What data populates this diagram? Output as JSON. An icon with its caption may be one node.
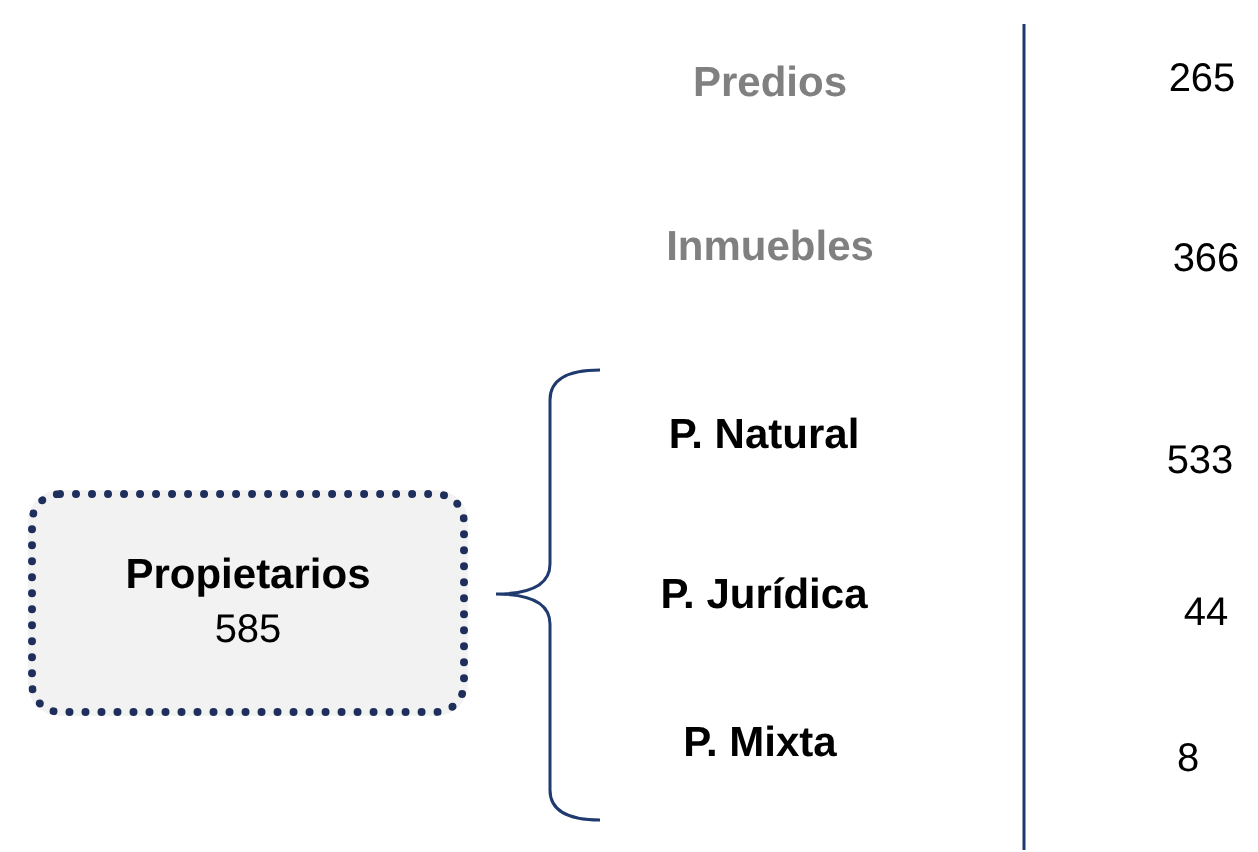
{
  "diagram": {
    "nodes": [
      {
        "text": [
          "Propietarios",
          "585"
        ]
      }
    ],
    "labels": [
      "Predios",
      "265",
      "Inmuebles",
      "366",
      "P. Natural",
      "533",
      "P. Jurídica",
      "44",
      "P. Mixta",
      "8"
    ]
  }
}
